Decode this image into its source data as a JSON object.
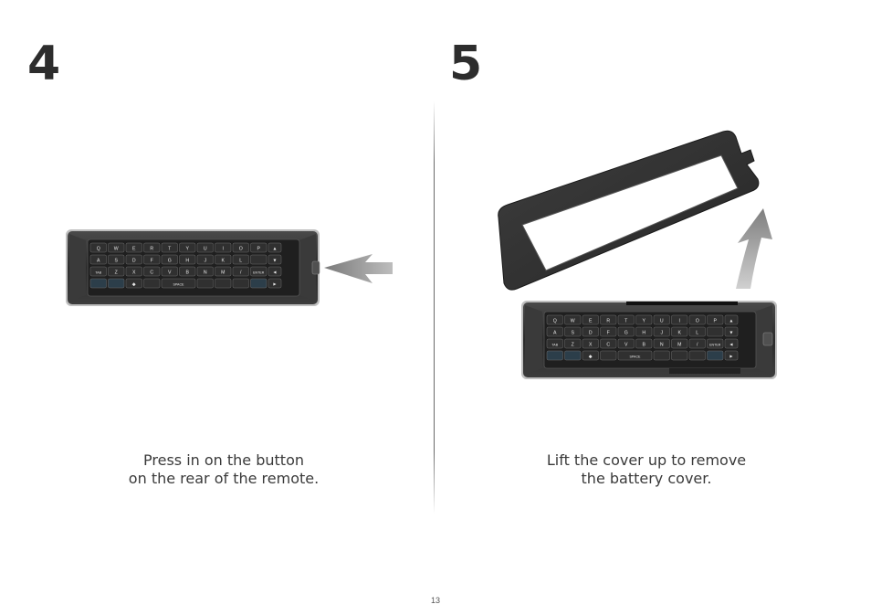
{
  "steps": [
    {
      "number": "4",
      "caption_line1": "Press in on the button",
      "caption_line2": "on the rear of the remote."
    },
    {
      "number": "5",
      "caption_line1": "Lift the cover up to remove",
      "caption_line2": "the battery cover."
    }
  ],
  "page_number": "13",
  "keyboard": {
    "row1": [
      "Q",
      "W",
      "E",
      "R",
      "T",
      "Y",
      "U",
      "I",
      "O",
      "P"
    ],
    "row2": [
      "A",
      "S",
      "D",
      "F",
      "G",
      "H",
      "J",
      "K",
      "L"
    ],
    "row3": [
      "TAB",
      "Z",
      "X",
      "C",
      "V",
      "B",
      "N",
      "M",
      "/",
      "ENTER"
    ],
    "space_label": "SPACE"
  },
  "colors": {
    "remote_body": "#2b2b2b",
    "key_accent": "#3aa0d8",
    "arrow": "#8a8a8a"
  }
}
